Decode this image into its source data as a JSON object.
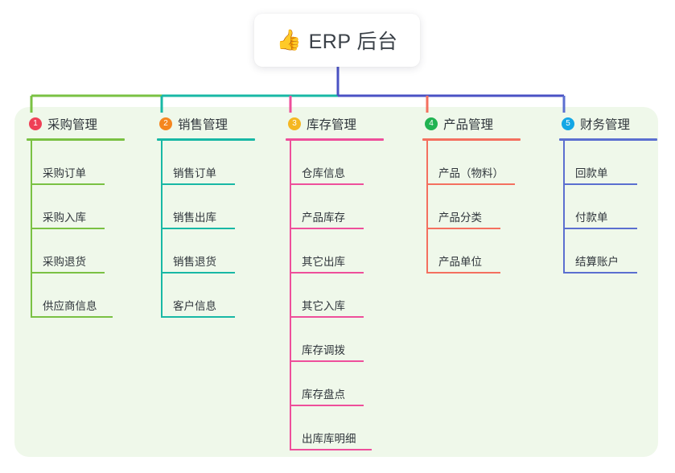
{
  "root": {
    "icon": "thumbs-up-icon",
    "emoji": "👍",
    "title": "ERP 后台"
  },
  "theme": {
    "panel_bg": "#eff8ea",
    "page_bg": "#ffffff",
    "text": "#2f353b",
    "root_stem": "#4a52c4"
  },
  "columns": [
    {
      "number": "1",
      "title": "采购管理",
      "badge_color": "#ef4056",
      "line_color": "#7ac143",
      "items": [
        {
          "label": "采购订单"
        },
        {
          "label": "采购入库"
        },
        {
          "label": "采购退货"
        },
        {
          "label": "供应商信息"
        }
      ]
    },
    {
      "number": "2",
      "title": "销售管理",
      "badge_color": "#f5861f",
      "line_color": "#18b8a5",
      "items": [
        {
          "label": "销售订单"
        },
        {
          "label": "销售出库"
        },
        {
          "label": "销售退货"
        },
        {
          "label": "客户信息"
        }
      ]
    },
    {
      "number": "3",
      "title": "库存管理",
      "badge_color": "#f5b722",
      "line_color": "#ee4f9b",
      "items": [
        {
          "label": "仓库信息"
        },
        {
          "label": "产品库存"
        },
        {
          "label": "其它出库"
        },
        {
          "label": "其它入库"
        },
        {
          "label": "库存调拨"
        },
        {
          "label": "库存盘点"
        },
        {
          "label": "出库库明细"
        }
      ]
    },
    {
      "number": "4",
      "title": "产品管理",
      "badge_color": "#21b352",
      "line_color": "#f4705f",
      "items": [
        {
          "label": "产品（物料）"
        },
        {
          "label": "产品分类"
        },
        {
          "label": "产品单位"
        }
      ]
    },
    {
      "number": "5",
      "title": "财务管理",
      "badge_color": "#13a7e5",
      "line_color": "#5b6fd0",
      "items": [
        {
          "label": "回款单"
        },
        {
          "label": "付款单"
        },
        {
          "label": "结算账户"
        }
      ]
    }
  ]
}
